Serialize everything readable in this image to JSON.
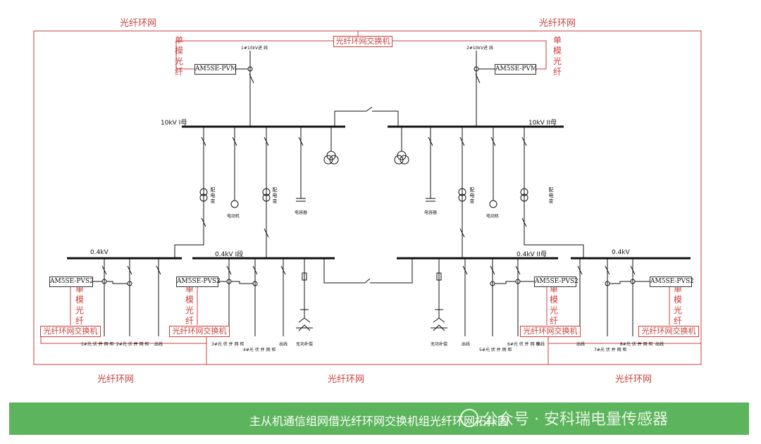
{
  "ring_labels": {
    "top_left": "光纤环网",
    "top_right": "光纤环网",
    "bottom_left": "光纤环网",
    "bottom_center": "光纤环网",
    "bottom_right": "光纤环网"
  },
  "switches": {
    "top": "光纤环网交换机",
    "bl1": "光纤环网交换机",
    "bl2": "光纤环网交换机",
    "br1": "光纤环网交换机",
    "br2": "光纤环网交换机"
  },
  "single_mode_fiber": {
    "top_left": "单模光纤",
    "top_right": "单模光纤",
    "b1": "单模光纤",
    "b2": "单模光纤",
    "b3": "单模光纤",
    "b4": "单模光纤"
  },
  "devices": {
    "pvm_left": "AM5SE-PVM",
    "pvm_right": "AM5SE-PVM",
    "pvs2_1": "AM5SE-PVS2",
    "pvs2_2": "AM5SE-PVS2",
    "pvs2_3": "AM5SE-PVS2",
    "pvs2_4": "AM5SE-PVS2"
  },
  "incoming": {
    "left": "1#10kV进 线",
    "right": "2#10kV进 线"
  },
  "buses": {
    "hv_left": "10kV I母",
    "hv_right": "10kV II母",
    "lv_1": "0.4kV",
    "lv_2": "0.4kV I段",
    "lv_3": "0.4kV II母",
    "lv_4": "0.4kV"
  },
  "hv_loads": {
    "xfmr_1": "配电变",
    "motor_1": "电动机",
    "xfmr_2": "配电变",
    "cap_1": "电容器",
    "cap_2": "电容器",
    "xfmr_3": "配电变",
    "motor_2": "电动机",
    "xfmr_4": "配电变"
  },
  "lv_feeders": {
    "f1": "1#光 伏 并 网 柜",
    "f2": "2#光 伏 并 网 柜",
    "f3": "出线",
    "f4": "3#光 伏 并 网 柜",
    "f5": "4#光 伏 并 网 柜",
    "f6": "出线",
    "f7": "无功补偿",
    "f8": "无功补偿",
    "f9": "出线",
    "f10": "5#光 伏 并 网 柜",
    "f11": "6#光 伏 并 网 柜",
    "f12": "出线",
    "f13": "出线",
    "f14": "7#光 伏 并 网 柜",
    "f15": "8#光 伏 并 网 柜",
    "f16": "出线"
  },
  "banner": {
    "title": "主从机通信组网借光纤环网交换机组光纤环网拓扑图",
    "watermark": "公众号 · 安科瑞电量传感器"
  },
  "colors": {
    "ring": "#c9403c",
    "line": "#111111",
    "banner_bg": "#5cb55c"
  }
}
